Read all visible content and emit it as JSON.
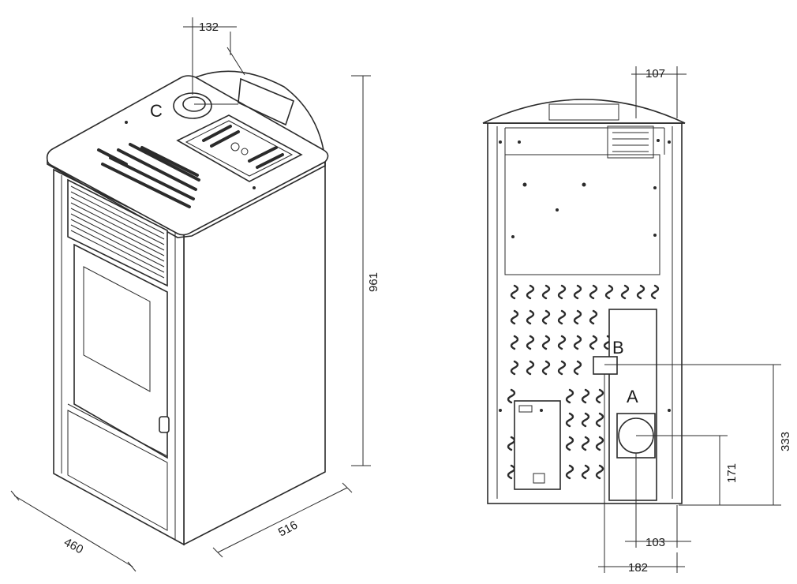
{
  "dimensions": {
    "width_front": "460",
    "depth_side": "516",
    "height": "961",
    "flue_offset_top": "132",
    "rear_offset_top": "107",
    "height_b": "333",
    "height_a": "171",
    "offset_a": "103",
    "offset_b": "182"
  },
  "connections": {
    "a": "A",
    "b": "B",
    "c": "C"
  }
}
